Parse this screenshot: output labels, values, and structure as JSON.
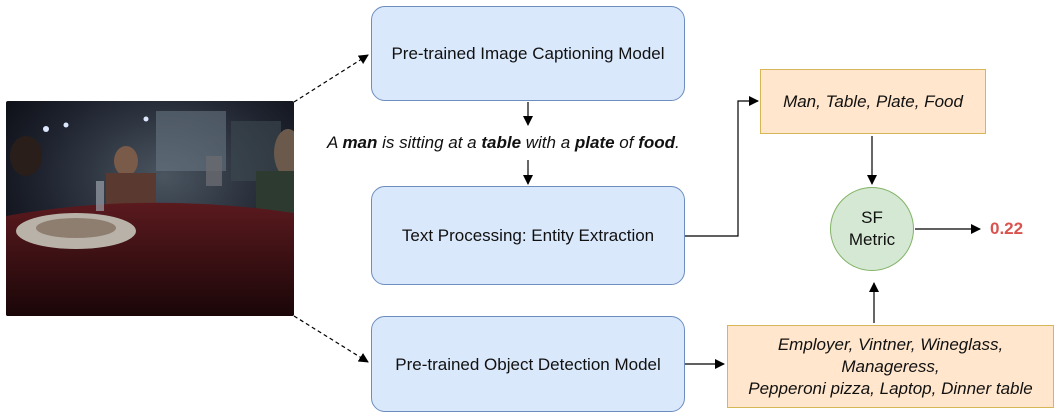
{
  "boxes": {
    "captioning": "Pre-trained Image Captioning Model",
    "text_processing": "Text Processing: Entity Extraction",
    "object_detection": "Pre-trained Object Detection Model"
  },
  "caption": {
    "p1": "A ",
    "w1": "man",
    "p2": " is sitting at a ",
    "w2": "table",
    "p3": " with a ",
    "w3": "plate",
    "p4": " of ",
    "w4": "food",
    "p5": "."
  },
  "entities": "Man, Table, Plate, Food",
  "detections": [
    "Employer, Vintner, Wineglass,",
    "Manageress,",
    "Pepperoni pizza, Laptop, Dinner table"
  ],
  "metric": {
    "line1": "SF",
    "line2": "Metric"
  },
  "score": "0.22",
  "colors": {
    "box_fill": "#dae8fc",
    "box_border": "#6c8ebf",
    "orange_fill": "#ffe6cc",
    "orange_border": "#d6b656",
    "green_fill": "#d5e8d4",
    "green_border": "#82b366",
    "score": "#d9534f"
  }
}
